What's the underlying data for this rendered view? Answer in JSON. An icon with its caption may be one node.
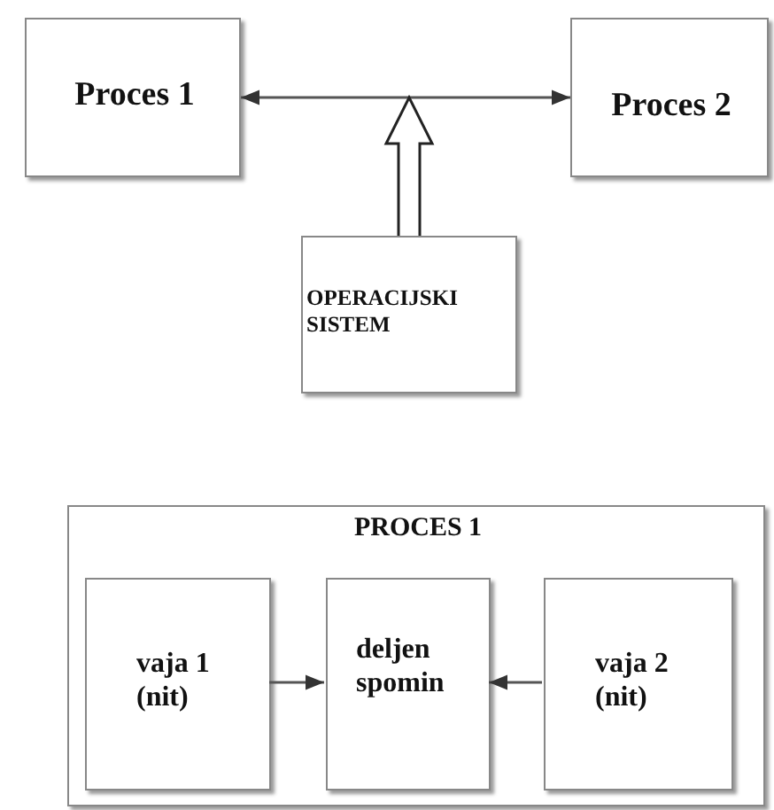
{
  "diagram": {
    "nodes": [
      {
        "text": [
          "Proces 1"
        ]
      },
      {
        "text": [
          "Proces 2"
        ]
      },
      {
        "text": [
          "OPERACIJSKI SISTEM"
        ]
      },
      {
        "text": [
          "PROCES 1"
        ]
      },
      {
        "text": [
          "vaja 1 (nit)"
        ],
        "in": 3
      },
      {
        "text": [
          "deljen spomin"
        ],
        "in": 3
      },
      {
        "text": [
          "vaja 2 (nit)"
        ],
        "in": 3
      }
    ],
    "edges": [
      {
        "from": 0,
        "to": 1,
        "arrow": "both"
      },
      {
        "from": 2,
        "to": null,
        "arrow": "to",
        "style": "thick"
      },
      {
        "from": 4,
        "to": 5,
        "arrow": "to"
      },
      {
        "from": 6,
        "to": 5,
        "arrow": "to"
      }
    ]
  }
}
